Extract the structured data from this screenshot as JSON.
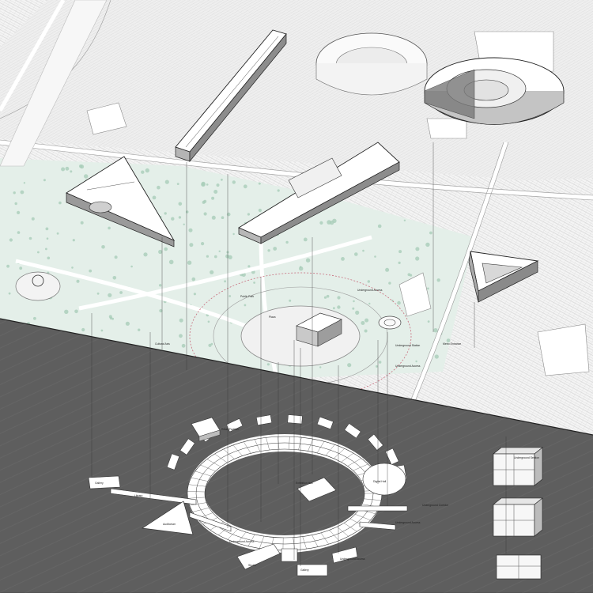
{
  "labels": {
    "upper_a": "Cultural Axis",
    "upper_b": "Public Park",
    "upper_c": "Underground Access",
    "upper_d": "Plaza",
    "upper_e": "Underground Station",
    "upper_f": "Underground Access",
    "upper_g": "Metro Entrance",
    "lower_a": "Retail Pavilion",
    "lower_b": "Gallery",
    "lower_c": "Exhibition Hall",
    "lower_d": "Library",
    "lower_e": "Digital Hall",
    "lower_f": "Underground Corridor",
    "lower_g": "Underground Access",
    "lower_h": "Auditorium",
    "lower_i": "Underground Access",
    "lower_j": "Studio",
    "lower_k": "Gallery",
    "lower_l": "Underground Access",
    "detail_a": "Underground Section"
  },
  "colors": {
    "underground": "#5e5e5e",
    "park": "#e4efe9",
    "tree": "#a9cdb9",
    "building": "#ffffff",
    "building_side": "#9a9a9a",
    "line": "#3a3a3a"
  }
}
